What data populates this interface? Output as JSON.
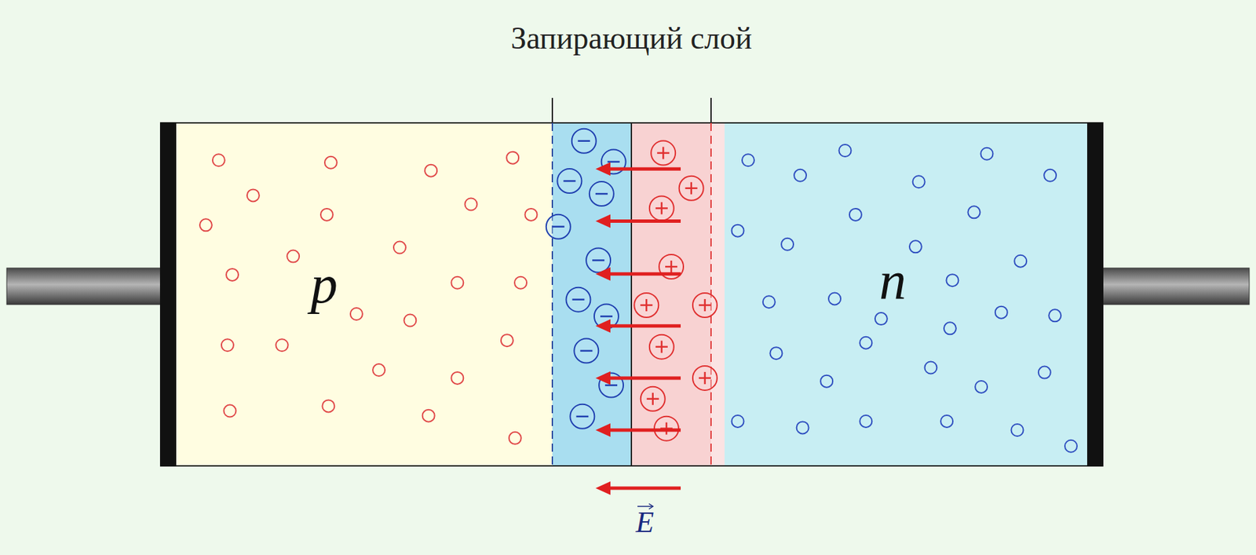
{
  "diagram": {
    "nodes": [
      {
        "text": [
          "p"
        ]
      },
      {
        "text": [
          "n"
        ]
      }
    ],
    "labels": [
      "Запирающий слой",
      "E"
    ]
  }
}
